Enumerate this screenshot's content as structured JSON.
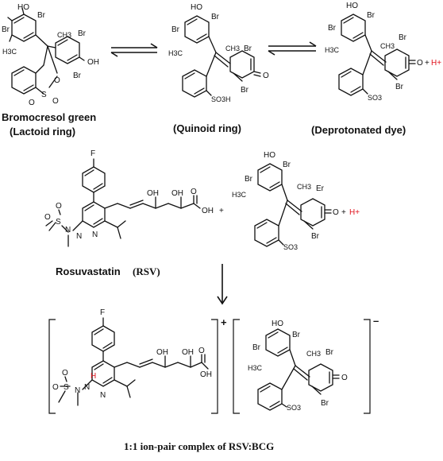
{
  "labels": {
    "bcg_name": "Bromocresol green",
    "lactoid": "(Lactoid ring)",
    "quinoid": "(Quinoid ring)",
    "deprotonated": "(Deprotonated dye)",
    "rsv_name": "Rosuvastatin",
    "rsv_abbr": "(RSV)",
    "complex": "1:1 ion-pair complex of RSV:BCG"
  },
  "symbols": {
    "plus": "+",
    "proton": "H+",
    "cation_charge": "+",
    "anion_charge": "–"
  },
  "atoms": {
    "br": "Br",
    "er": "Er",
    "ho": "HO",
    "oh": "OH",
    "o": "O",
    "f": "F",
    "n": "N",
    "s": "S",
    "h": "H",
    "h3c": "H3C",
    "ch3": "CH3",
    "so3h": "SO3H",
    "so3": "SO3"
  },
  "colors": {
    "ink": "#111111",
    "proton_red": "#e0141e"
  }
}
